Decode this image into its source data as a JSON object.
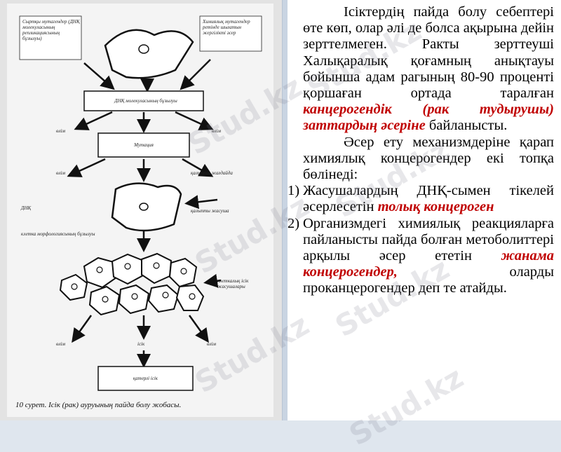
{
  "figure": {
    "labels": {
      "top_left": "Сыртқы мутагендер (ДНҚ молекуласының репликациясының бұзылуы)",
      "top_right": "Химиялық мутагендер ретінде шығатын жергілікті әсер",
      "box1": "ДНҚ молекуласының бұзылуы",
      "box2": "Мутация",
      "left_mid": "ДНҚ",
      "right_mid1": "қалыпты жағдайда",
      "right_mid2": "қалыпты жасуша",
      "bottom_left_text": "клетка морфологиясының бұзылуы",
      "bottom_right": "клеткалық ісік жасушалары",
      "lbl_a": "өлім",
      "lbl_b": "өлім",
      "lbl_c": "өлім",
      "lbl_d": "өлім",
      "lbl_e": "өлім",
      "mid_bottom": "ісік",
      "box3": "қатерлі ісік"
    },
    "caption": "10 сурет. Ісік (рак) ауруының пайда болу жобасы."
  },
  "text": {
    "para1_a": "Ісіктердің пайда болу себептері өте көп, олар әлі де болса ақырына дейін зерттелмеген. Ракты зерттеуші Халықаралық қоғамның анықтауы бойынша адам рагының 80-90 проценті қоршаған ортада таралған ",
    "para1_red": "канцерогендік (рак тудырушы) заттардың әсеріне",
    "para1_b": " байланысты.",
    "para2": "Әсер ету механизмдеріне қарап химиялық концерогендер екі топқа бөлінеді:",
    "item1_num": "1)",
    "item1_a": "Жасушалардың ДНҚ-сымен тікелей әсерлесетін ",
    "item1_red": "толық концероген",
    "item2_num": "2)",
    "item2_a": "Организмдегі химиялық реакцияларға пайланысты пайда болған метоболиттері арқылы әсер ететін ",
    "item2_red": "жанама концерогендер,",
    "item2_b": " оларды проканцерогендер деп те атайды."
  },
  "watermark": "Stud.kz",
  "colors": {
    "accent_red": "#c00000",
    "panel": "#ffffff"
  }
}
